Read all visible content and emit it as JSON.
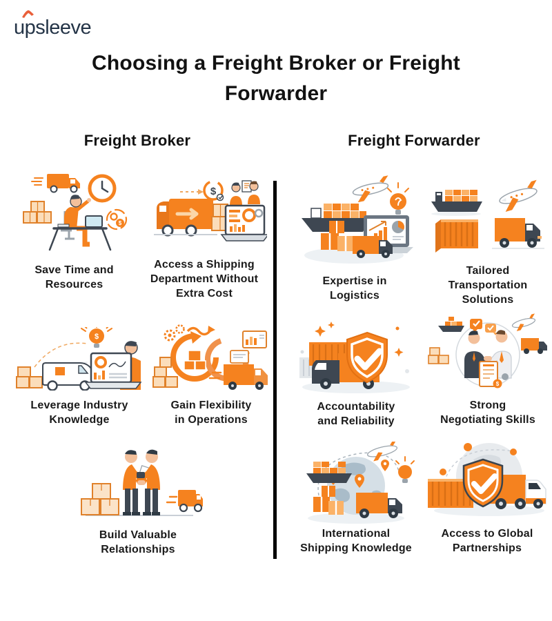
{
  "logo": {
    "text": "upsleeve",
    "caret_icon": "circumflex-swoosh",
    "text_color": "#243447",
    "accent_color": "#E9603A"
  },
  "title": {
    "text": "Choosing a Freight Broker or Freight Forwarder",
    "lines": [
      "Choosing a Freight Broker or Freight",
      "Forwarder"
    ]
  },
  "broker": {
    "header": "Freight Broker",
    "items": [
      {
        "id": "save-time",
        "label": "Save Time and Resources",
        "label_lines": [
          "Save Time and",
          "Resources"
        ],
        "illustration": "worker-at-desk-with-clock-truck-boxes-gears"
      },
      {
        "id": "shipping-department",
        "label": "Access a Shipping Department Without Extra Cost",
        "label_lines": [
          "Access a Shipping",
          "Department Without",
          "Extra Cost"
        ],
        "illustration": "delivery-truck-boxes-dollar-team-dashboard"
      },
      {
        "id": "industry-knowledge",
        "label": "Leverage Industry Knowledge",
        "label_lines": [
          "Leverage Industry",
          "Knowledge"
        ],
        "illustration": "van-boxes-laptop-advisor-idea-bulb"
      },
      {
        "id": "flexibility",
        "label": "Gain Flexibility in Operations",
        "label_lines": [
          "Gain Flexibility",
          "in Operations"
        ],
        "illustration": "gears-cycle-arrows-boxes-charts-truck"
      },
      {
        "id": "relationships",
        "label": "Build Valuable Relationships",
        "label_lines": [
          "Build Valuable",
          "Relationships"
        ],
        "illustration": "businessmen-handshake-boxes-truck"
      }
    ]
  },
  "forwarder": {
    "header": "Freight Forwarder",
    "items": [
      {
        "id": "expertise",
        "label": "Expertise in Logistics",
        "label_lines": [
          "Expertise in",
          "Logistics"
        ],
        "illustration": "cargo-ship-plane-bulb-laptop-chart-boxes-truck"
      },
      {
        "id": "tailored",
        "label": "Tailored Transportation Solutions",
        "label_lines": [
          "Tailored",
          "Transportation",
          "Solutions"
        ],
        "illustration": "ship-plane-container-truck-grid"
      },
      {
        "id": "accountability",
        "label": "Accountability and Reliability",
        "label_lines": [
          "Accountability",
          "and Reliability"
        ],
        "illustration": "orange-shield-checkmark-truck-containers"
      },
      {
        "id": "negotiating",
        "label": "Strong Negotiating Skills",
        "label_lines": [
          "Strong",
          "Negotiating Skills"
        ],
        "illustration": "handshake-contract-ship-plane-truck-boxes"
      },
      {
        "id": "international",
        "label": "International Shipping Knowledge",
        "label_lines": [
          "International",
          "Shipping Knowledge"
        ],
        "illustration": "globe-map-pins-ship-plane-bulb-boxes-truck"
      },
      {
        "id": "partnerships",
        "label": "Access to Global Partnerships",
        "label_lines": [
          "Access to Global",
          "Partnerships"
        ],
        "illustration": "globe-network-shield-checkmark-container-truck"
      }
    ]
  },
  "divider_color": "#000000",
  "colors": {
    "orange_primary": "#F5821F",
    "orange_light": "#FBB267",
    "orange_pale": "#FBDDBA",
    "slate_dark": "#3E4752",
    "gray_light": "#E9EDF1",
    "skin": "#F3C09B",
    "text": "#1A1A1A",
    "background": "#FFFFFF"
  }
}
